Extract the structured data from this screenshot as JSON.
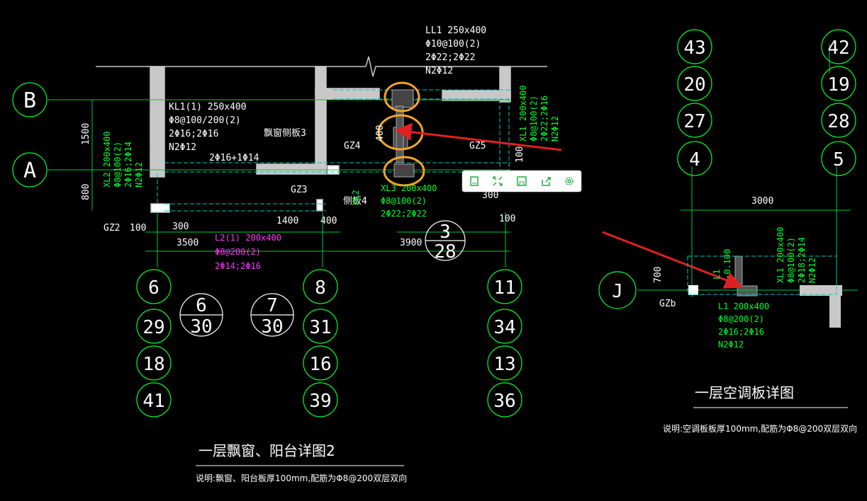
{
  "colors": {
    "wall": "#c8c8c8",
    "green": "#00ff2a",
    "grid_line": "#00cc33",
    "magenta": "#ff33ff",
    "white": "#ffffff",
    "cyan": "#00c8c8",
    "orange": "#f5a623",
    "red_arrow": "#e02020",
    "toolbar_icon": "#22aa44"
  },
  "left_drawing": {
    "axis_B": "B",
    "axis_A": "A",
    "dim_1500": "1500",
    "dim_800": "800",
    "kl1": [
      "KL1(1) 250x400",
      "Φ8@100/200(2)",
      "2Φ16;2Φ16",
      "N2Φ12"
    ],
    "ll1": [
      "LL1 250x400",
      "Φ10@100(2)",
      "2Φ22;2Φ22",
      "N2Φ12"
    ],
    "xl2_left": [
      "XL2 200x400",
      "Φ8@100(2)",
      "2Φ16;2Φ14",
      "N2Φ12"
    ],
    "xl1_right": [
      "XL1 200x400",
      "Φ8@100(2)",
      "2Φ22;2Φ16",
      "N2Φ12"
    ],
    "xl3": [
      "XL3 200x400",
      "Φ8@100(2)",
      "2Φ22;2Φ22"
    ],
    "l2": [
      "L2(1) 200x400",
      "Φ8@200(2)",
      "2Φ14;2Φ16"
    ],
    "piaochuang": "飘窗侧板3",
    "rebar_note": "2Φ16+1Φ14",
    "gz4": "GZ4",
    "gz5": "GZ5",
    "gz3": "GZ3",
    "gz2": "GZ2",
    "xl2_small": "XL2",
    "cebanB": "侧板4",
    "d100a": "100",
    "d300": "300",
    "d3500": "3500",
    "d1400": "1400",
    "d400": "400",
    "d3900": "3900",
    "d300b": "300",
    "d100b": "100",
    "d100c": "100",
    "d400v": "400",
    "col_6": [
      "6",
      "29",
      "18",
      "41"
    ],
    "col_8": [
      "8",
      "31",
      "16",
      "39"
    ],
    "col_11": [
      "11",
      "34",
      "13",
      "36"
    ],
    "sec_6": [
      "6",
      "30"
    ],
    "sec_7": [
      "7",
      "30"
    ],
    "sec_3": [
      "3",
      "28"
    ],
    "title": "一层飘窗、阳台详图2",
    "note": "说明:飘窗、阳台板厚100mm,配筋为Φ8@200双层双向"
  },
  "right_drawing": {
    "col_4": [
      "43",
      "20",
      "27",
      "4"
    ],
    "col_5": [
      "42",
      "19",
      "28",
      "5"
    ],
    "dim_3000": "3000",
    "axis_J": "J",
    "dim_700": "700",
    "gzb": "GZb",
    "xl1": [
      "XL1 200x400",
      "Φ8@100(2)",
      "2Φ18;2Φ14",
      "N2Φ12"
    ],
    "l1_vert": [
      "L1",
      "-0.100"
    ],
    "l1": [
      "L1 200x400",
      "Φ8@200(2)",
      "2Φ16;2Φ16",
      "N2Φ12"
    ],
    "title": "一层空调板详图",
    "note": "说明:空调板板厚100mm,配筋为Φ8@200双层双向"
  },
  "toolbar": {
    "items": [
      "fit-icon",
      "expand-icon",
      "save-icon",
      "share-icon",
      "settings-icon"
    ]
  }
}
